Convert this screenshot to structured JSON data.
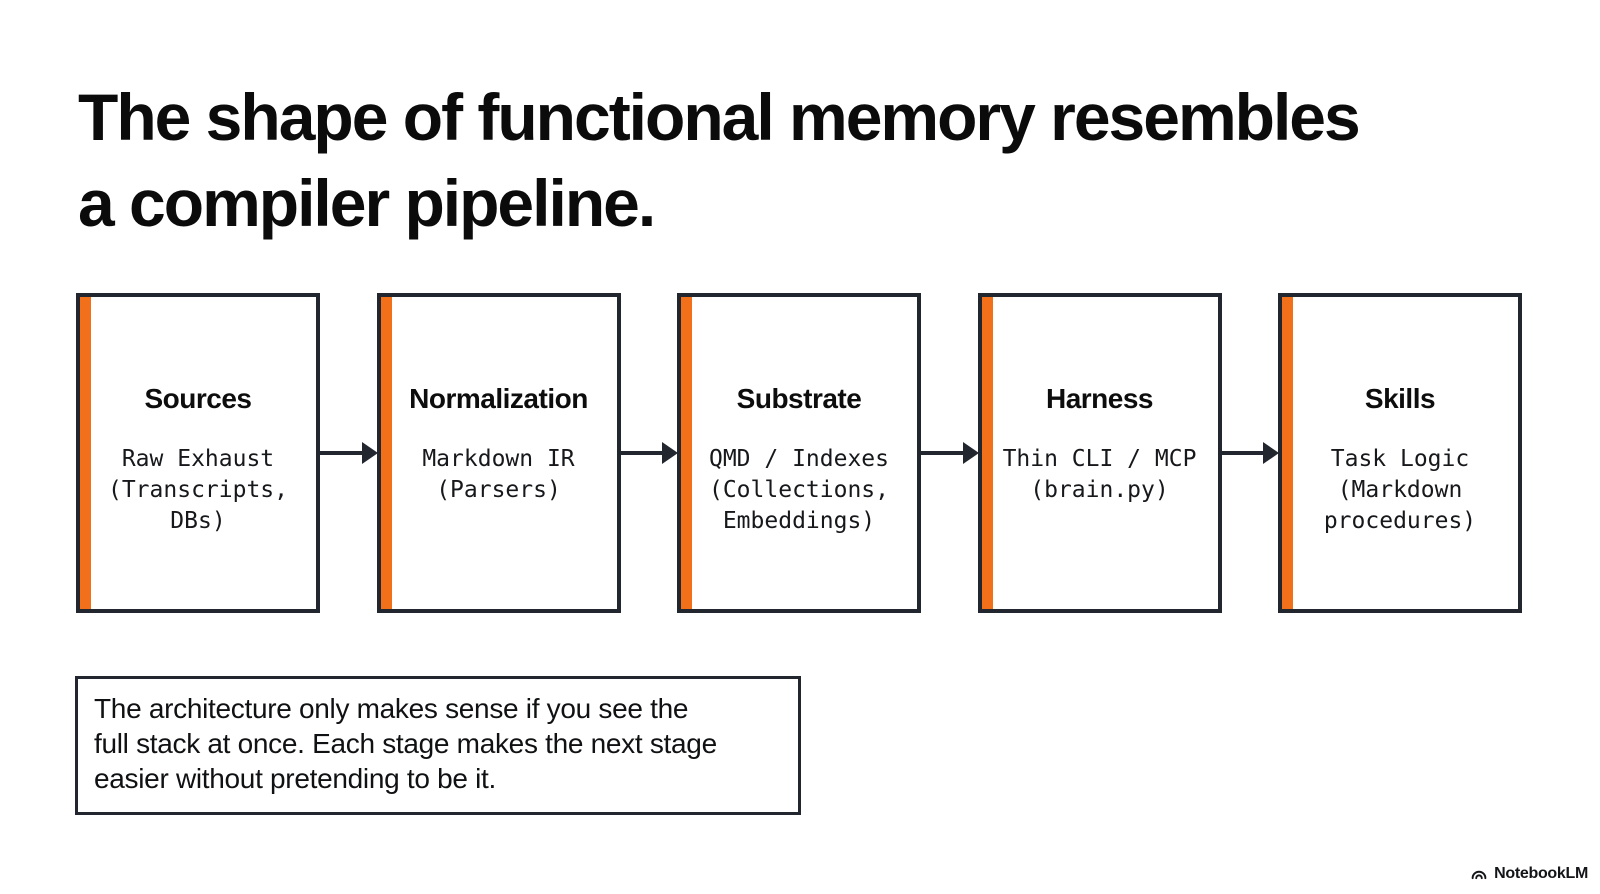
{
  "title": {
    "text": "The shape of functional memory resembles\na compiler pipeline."
  },
  "pipeline": {
    "stages": [
      {
        "label": "Sources",
        "body": "Raw Exhaust\n(Transcripts,\nDBs)"
      },
      {
        "label": "Normalization",
        "body": "Markdown IR\n(Parsers)"
      },
      {
        "label": "Substrate",
        "body": "QMD / Indexes\n(Collections,\nEmbeddings)"
      },
      {
        "label": "Harness",
        "body": "Thin CLI / MCP\n(brain.py)"
      },
      {
        "label": "Skills",
        "body": "Task Logic\n(Markdown\nprocedures)"
      }
    ]
  },
  "note": {
    "text": "The architecture only makes sense if you see the\nfull stack at once. Each stage makes the next stage\neasier without pretending to be it."
  },
  "footer": {
    "brand": "NotebookLM"
  },
  "colors": {
    "accent_orange": "#F3701A",
    "border_dark": "#22262E",
    "text_black": "#111111"
  }
}
